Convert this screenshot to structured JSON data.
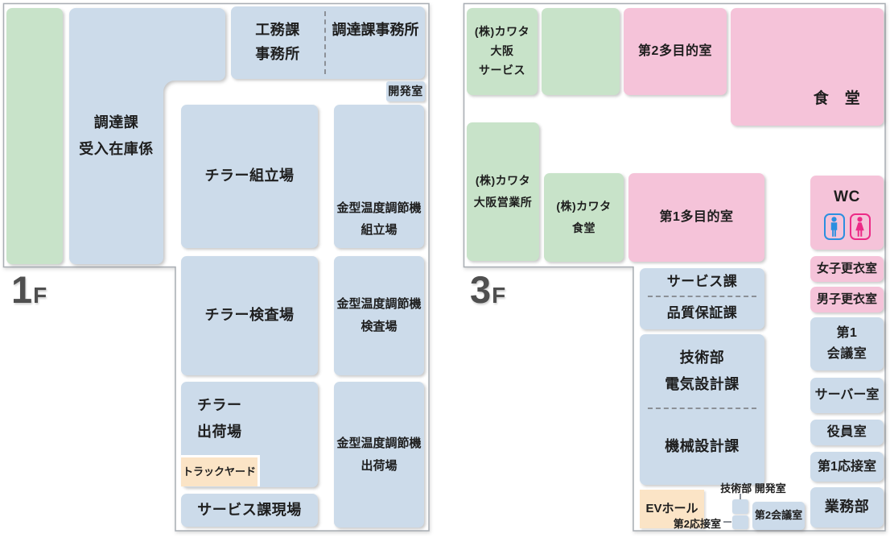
{
  "palette": {
    "room-blue": "#ccdbea",
    "room-green": "#c8e3c9",
    "room-pink": "#f5c3d9",
    "room-orange": "#fbe4c6",
    "text-dark": "#1e1e1e",
    "floor-label-gray": "#4f4f4f",
    "male-icon-blue": "#2a8fe0",
    "female-icon-pink": "#ec2a87",
    "outline-gray": "#a8adb3",
    "divider-gray": "#8b9097"
  },
  "floors": {
    "f1": {
      "floor_label": "1F",
      "rooms": {
        "procurement_receiving": "調達課\n受入在庫係",
        "engineering_dept_office": "工務課\n事務所",
        "procurement_dept_office": "調達課事務所",
        "development_room": "開発室",
        "chiller_assembly": "チラー組立場",
        "mold_temp_controller_assembly": "金型温度調節機\n組立場",
        "chiller_inspection": "チラー検査場",
        "mold_temp_controller_inspection": "金型温度調節機\n検査場",
        "chiller_shipping": "チラー\n出荷場",
        "truck_yard": "トラックヤード",
        "service_section_site": "サービス課現場",
        "mold_temp_controller_shipping": "金型温度調節機\n出荷場"
      }
    },
    "f3": {
      "floor_label": "3F",
      "rooms": {
        "kawata_osaka_service": "(株)カワタ\n大阪\nサービス",
        "multipurpose_room_2": "第2多目的室",
        "cafeteria": "食　堂",
        "kawata_osaka_branch": "(株)カワタ\n大阪営業所",
        "kawata_cafeteria": "(株)カワタ\n食堂",
        "multipurpose_room_1": "第1多目的室",
        "wc": "WC",
        "womens_locker_room": "女子更衣室",
        "mens_locker_room": "男子更衣室",
        "meeting_room_1": "第1\n会議室",
        "server_room": "サーバー室",
        "executive_room": "役員室",
        "reception_room_1": "第1応接室",
        "business_dept": "業務部",
        "service_section": "サービス課",
        "quality_assurance_section": "品質保証課",
        "tech_dept_electrical_design": "技術部\n電気設計課",
        "mechanical_design_section": "機械設計課",
        "ev_hall": "EVホール",
        "tech_dept_development_room": "技術部 開発室",
        "reception_room_2": "第2応接室",
        "meeting_room_2": "第2会議室"
      }
    }
  }
}
